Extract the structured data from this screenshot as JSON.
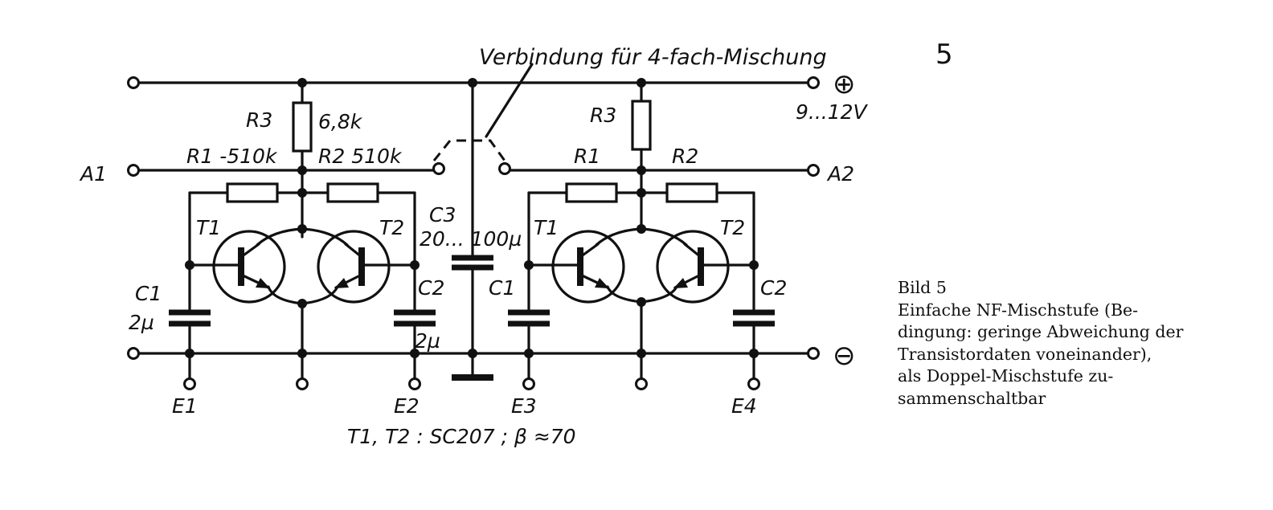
{
  "figure": {
    "page_number": "5",
    "connection_label": "Verbindung für 4-fach-Mischung",
    "supply_plus": "⊕",
    "supply_voltage": "9...12V",
    "supply_minus": "⊖",
    "transistor_note": "T1, T2 : SC207 ; β ≈70",
    "left_stage": {
      "R3": "R3",
      "R3_value": "6,8k",
      "R1": "R1 -510k",
      "R2": "R2 510k",
      "T1": "T1",
      "T2": "T2",
      "C1": "C1",
      "C1_value": "2µ",
      "C2": "C2",
      "C2_value": "2µ",
      "output": "A1",
      "E1": "E1",
      "E2": "E2"
    },
    "coupling": {
      "C3": "C3",
      "C3_value": "20... 100µ"
    },
    "right_stage": {
      "R3": "R3",
      "R1": "R1",
      "R2": "R2",
      "T1": "T1",
      "T2": "T2",
      "C1": "C1",
      "C2": "C2",
      "output": "A2",
      "E3": "E3",
      "E4": "E4"
    }
  },
  "caption": {
    "lines": [
      "Bild 5",
      "Einfache NF-Mischstufe (Be-",
      "dingung: geringe Abweichung der",
      "Transistordaten voneinander),",
      "als Doppel-Mischstufe zu-",
      "sammenschaltbar"
    ]
  }
}
